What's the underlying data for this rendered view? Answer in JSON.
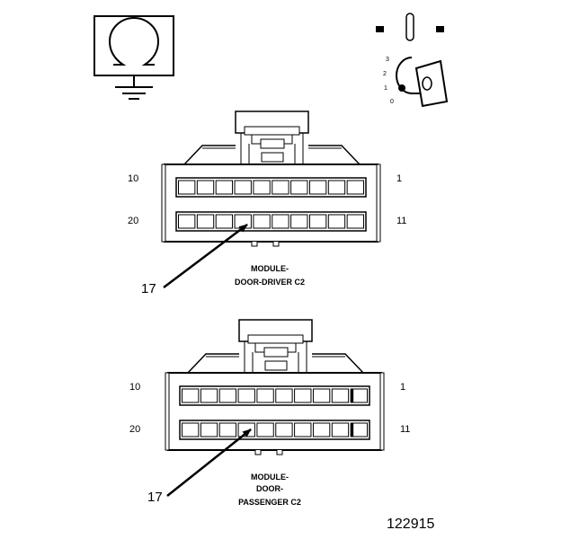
{
  "ohmmeter_icon": "ohmmeter-ground-icon",
  "ignition_icon": "ignition-key-icon",
  "ignition_positions": [
    "3",
    "2",
    "1",
    "0"
  ],
  "connectors": [
    {
      "pin_top_left": "10",
      "pin_top_right": "1",
      "pin_bottom_left": "20",
      "pin_bottom_right": "11",
      "callout": "17",
      "label_lines": [
        "MODULE-",
        "DOOR-DRIVER C2"
      ]
    },
    {
      "pin_top_left": "10",
      "pin_top_right": "1",
      "pin_bottom_left": "20",
      "pin_bottom_right": "11",
      "callout": "17",
      "label_lines": [
        "MODULE-",
        "DOOR-",
        "PASSENGER C2"
      ]
    }
  ],
  "figure_number": "122915"
}
